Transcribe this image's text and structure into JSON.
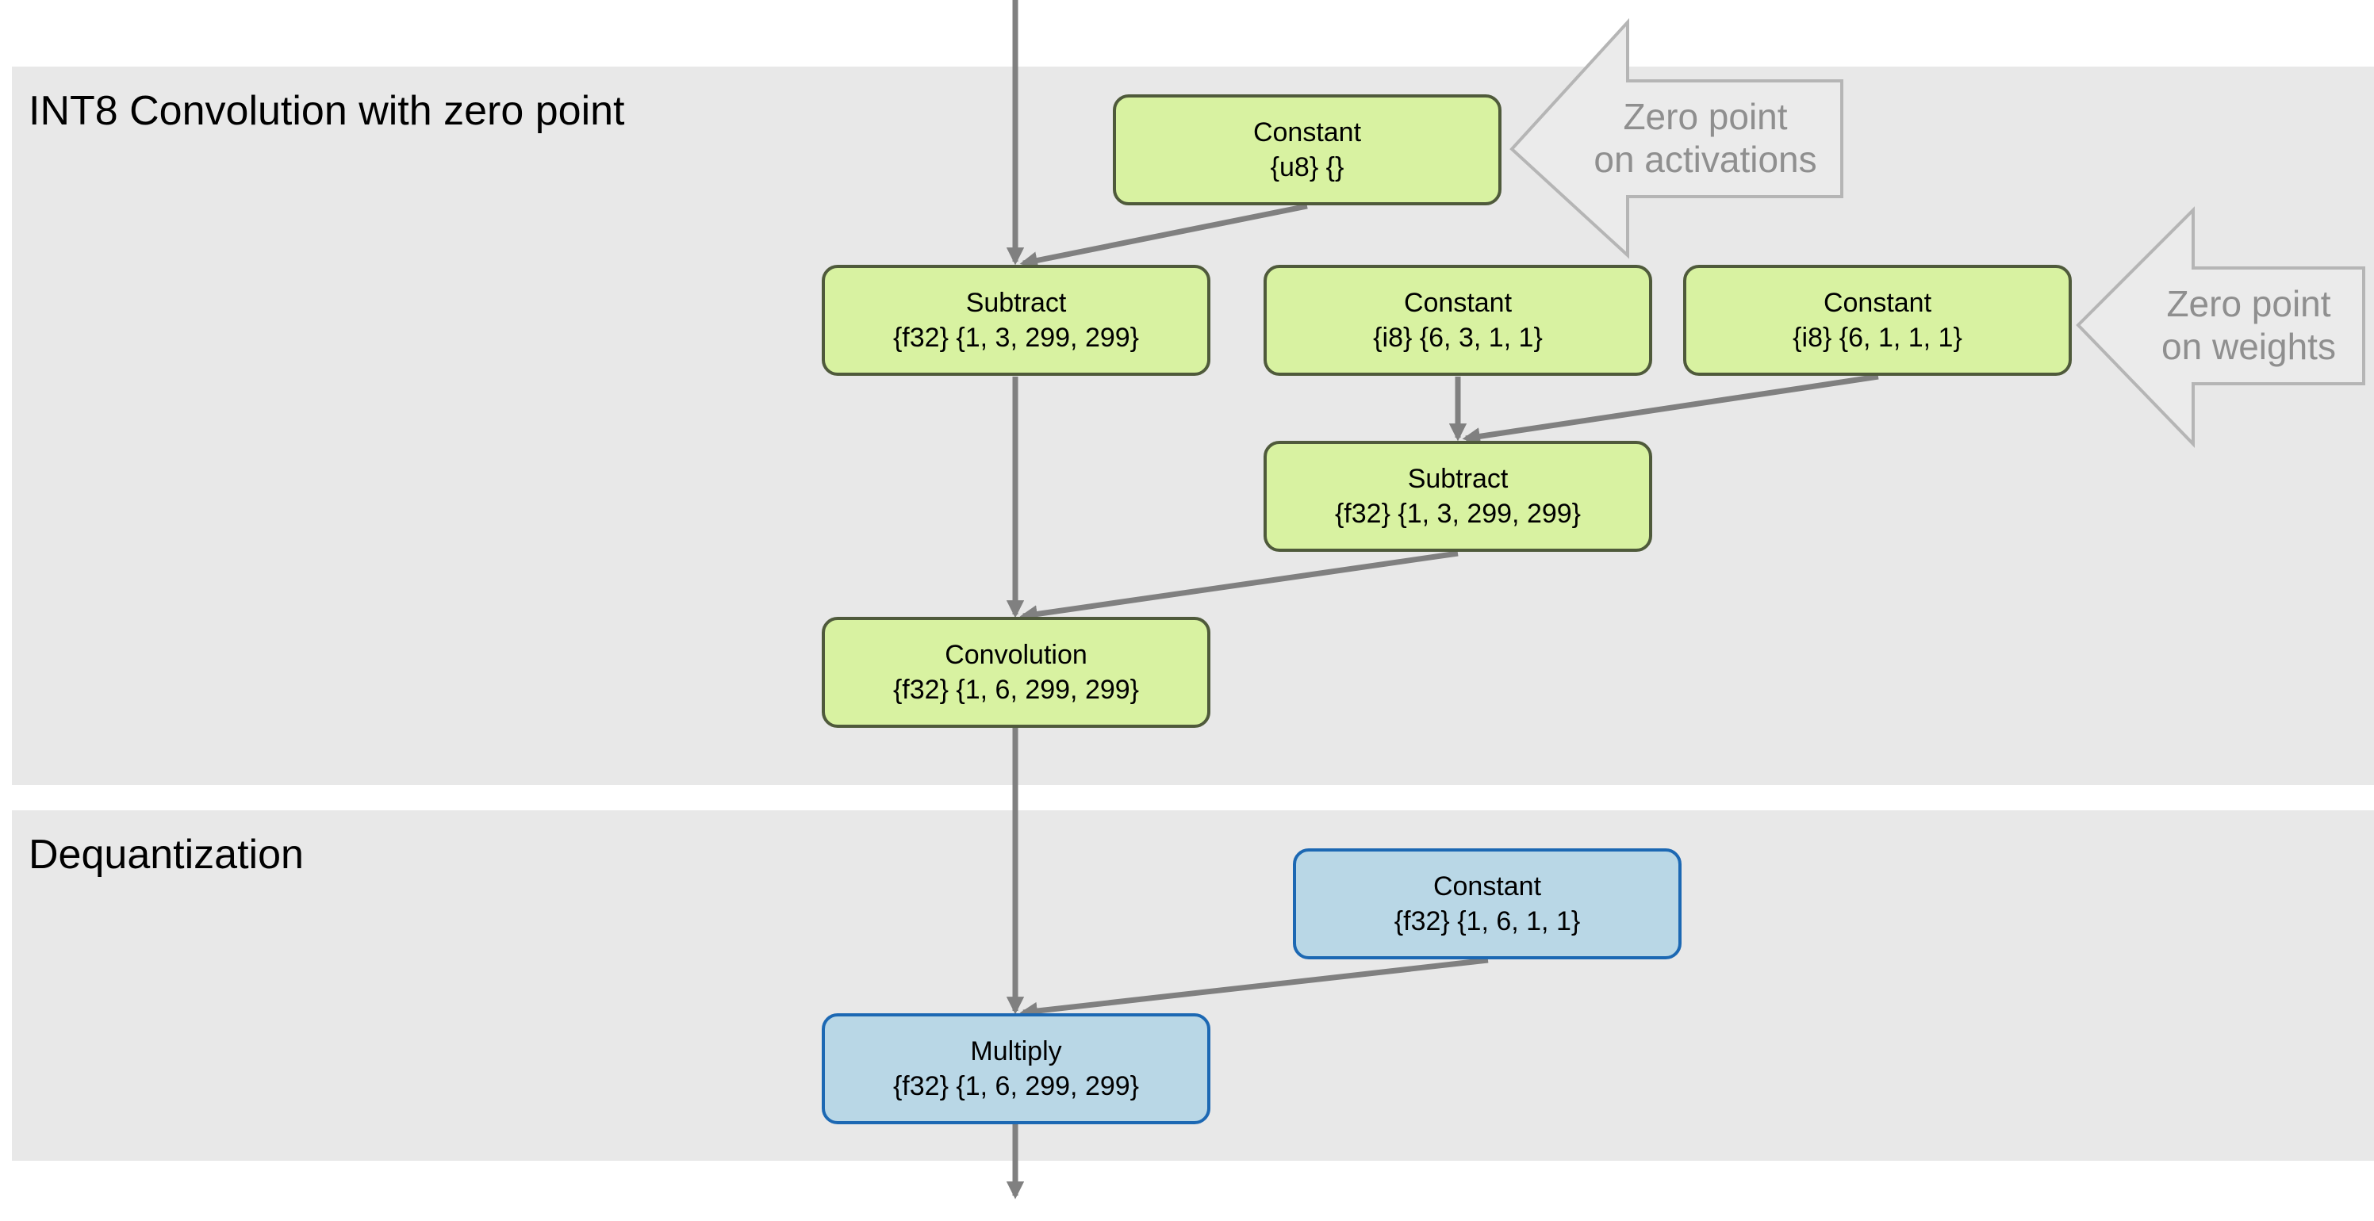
{
  "panels": {
    "int8": {
      "title": "INT8 Convolution with zero point"
    },
    "dequant": {
      "title": "Dequantization"
    }
  },
  "nodes": {
    "const_u8": {
      "op": "Constant",
      "shape": "{u8} {}"
    },
    "subtract_act": {
      "op": "Subtract",
      "shape": "{f32} {1, 3, 299, 299}"
    },
    "const_i8_weights": {
      "op": "Constant",
      "shape": "{i8} {6, 3, 1, 1}"
    },
    "const_i8_zp": {
      "op": "Constant",
      "shape": "{i8} {6, 1, 1, 1}"
    },
    "subtract_w": {
      "op": "Subtract",
      "shape": "{f32} {1, 3, 299, 299}"
    },
    "convolution": {
      "op": "Convolution",
      "shape": "{f32} {1, 6, 299, 299}"
    },
    "const_f32_scale": {
      "op": "Constant",
      "shape": "{f32} {1, 6, 1, 1}"
    },
    "multiply": {
      "op": "Multiply",
      "shape": "{f32} {1, 6, 299, 299}"
    }
  },
  "callouts": {
    "activations": {
      "line1": "Zero point",
      "line2": "on activations"
    },
    "weights": {
      "line1": "Zero point",
      "line2": "on weights"
    }
  },
  "colors": {
    "panel_bg": "#e8e8e8",
    "quant_node_fill": "#d8f2a1",
    "quant_node_border": "#4f5a3b",
    "dequant_node_fill": "#b9d7e6",
    "dequant_node_border": "#1c68b3",
    "edge": "#808080",
    "callout": "#b5b5b5"
  }
}
